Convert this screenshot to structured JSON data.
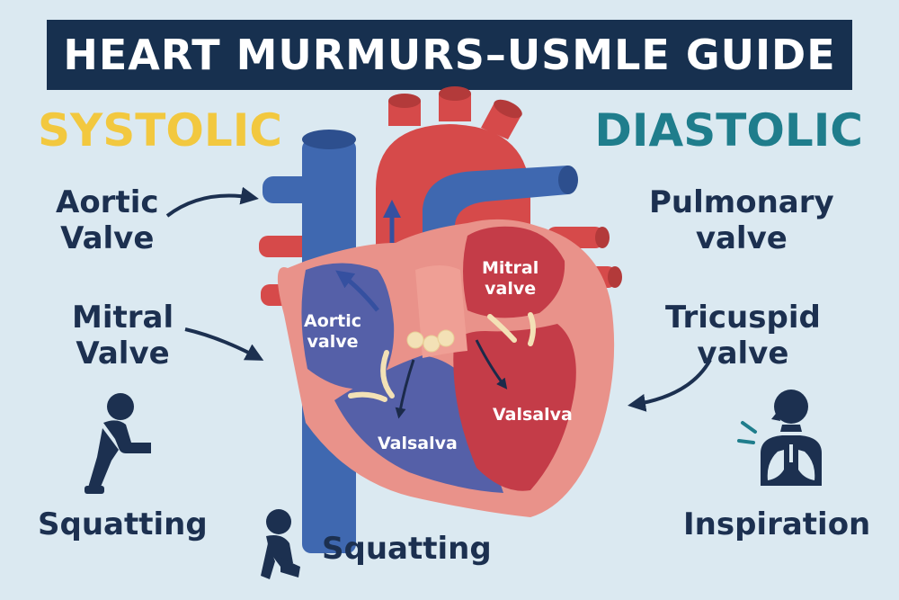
{
  "title": "HEART MURMURS–USMLE GUIDE",
  "colors": {
    "banner": "#17304f",
    "systolic": "#f2c83f",
    "diastolic": "#1f7d8c",
    "text": "#1c3050",
    "background": "#dbe9f1",
    "artery_red": "#d64a4a",
    "vein_blue": "#3f68b0",
    "chamber_pink": "#e9928a"
  },
  "left": {
    "heading": "SYSTOLIC",
    "labels": [
      {
        "line1": "Aortic",
        "line2": "Valve"
      },
      {
        "line1": "Mitral",
        "line2": "Valve"
      }
    ],
    "maneuver": {
      "label": "Squatting",
      "icon": "squatting-person-icon"
    }
  },
  "right": {
    "heading": "DIASTOLIC",
    "labels": [
      {
        "line1": "Pulmonary",
        "line2": "valve"
      },
      {
        "line1": "Tricuspid",
        "line2": "valve"
      }
    ],
    "maneuver": {
      "label": "Inspiration",
      "icon": "breathing-lungs-icon"
    }
  },
  "center": {
    "maneuver": {
      "label": "Squatting",
      "icon": "crouching-person-icon"
    }
  },
  "heart": {
    "aortic": {
      "line1": "Aortic",
      "line2": "valve"
    },
    "mitral": {
      "line1": "Mitral",
      "line2": "valve"
    },
    "valsalva_left": "Valsalva",
    "valsalva_right": "Valsalva"
  }
}
